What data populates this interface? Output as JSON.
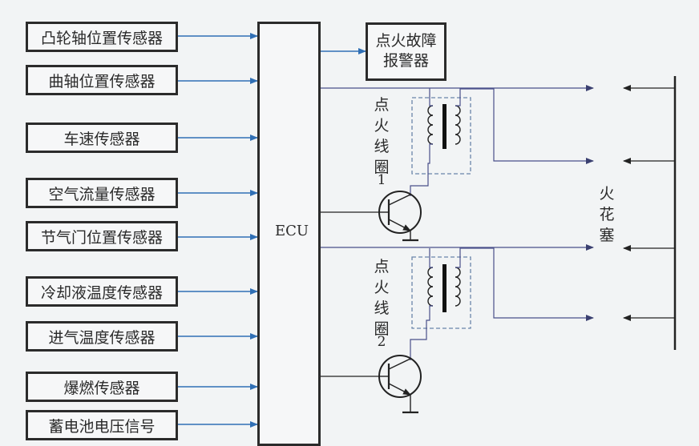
{
  "sensors": [
    "凸轮轴位置传感器",
    "曲轴位置传感器",
    "车速传感器",
    "空气流量传感器",
    "节气门位置传感器",
    "冷却液温度传感器",
    "进气温度传感器",
    "爆燃传感器",
    "蓄电池电压信号"
  ],
  "ecu_label": "ECU",
  "alarm": {
    "line1": "点火故障",
    "line2": "报警器"
  },
  "coils": [
    {
      "label": "点火线圈",
      "number": "1"
    },
    {
      "label": "点火线圈",
      "number": "2"
    }
  ],
  "spark_plug_label": "火花塞",
  "colors": {
    "box_border": "#2b2b2b",
    "signal_arrow": "#2f6fb5",
    "output_line": "#4a4f8a",
    "coil_dashed": "#6a85aa",
    "text": "#2a2a2a"
  }
}
